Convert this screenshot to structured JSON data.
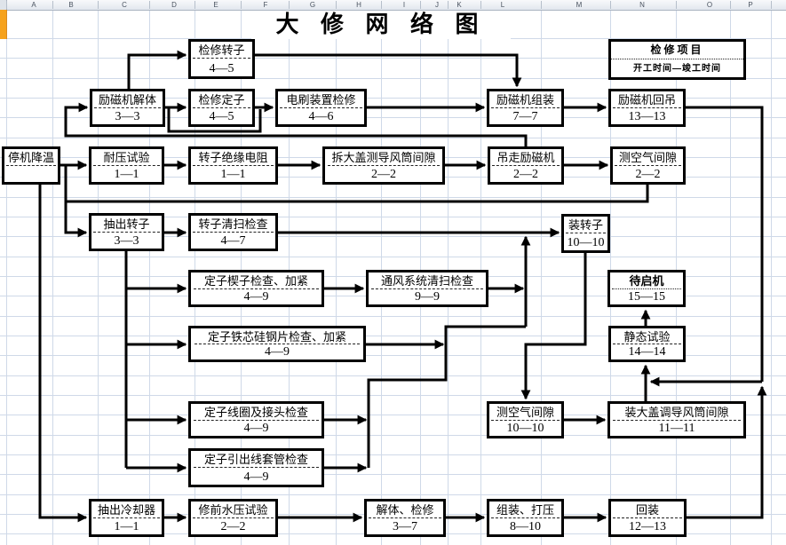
{
  "title": "大 修 网 络 图",
  "spreadsheet": {
    "columns": [
      "A",
      "B",
      "C",
      "D",
      "E",
      "F",
      "G",
      "H",
      "I",
      "J",
      "K",
      "L",
      "M",
      "N",
      "O",
      "P"
    ]
  },
  "legend": {
    "line1": "检修项目",
    "line2": "开工时间—竣工时间"
  },
  "colors": {
    "selection_orange": "#f6a21c",
    "gridline_blue": "#cfd9e8",
    "line_black": "#000000"
  },
  "nodes": [
    {
      "label": "检修转子",
      "time": "4—5"
    },
    {
      "label": "励磁机解体",
      "time": "3—3"
    },
    {
      "label": "检修定子",
      "time": "4—5"
    },
    {
      "label": "电刷装置检修",
      "time": "4—6"
    },
    {
      "label": "励磁机组装",
      "time": "7—7"
    },
    {
      "label": "励磁机回吊",
      "time": "13—13"
    },
    {
      "label": "停机降温",
      "time": ""
    },
    {
      "label": "耐压试验",
      "time": "1—1"
    },
    {
      "label": "转子绝缘电阻",
      "time": "1—1"
    },
    {
      "label": "拆大盖测导风筒间隙",
      "time": "2—2"
    },
    {
      "label": "吊走励磁机",
      "time": "2—2"
    },
    {
      "label": "测空气间隙",
      "time": "2—2"
    },
    {
      "label": "抽出转子",
      "time": "3—3"
    },
    {
      "label": "转子清扫检查",
      "time": "4—7"
    },
    {
      "label": "装转子",
      "time": "10—10"
    },
    {
      "label": "定子楔子检查、加紧",
      "time": "4—9"
    },
    {
      "label": "通风系统清扫检查",
      "time": "9—9"
    },
    {
      "label": "待启机",
      "time": "15—15"
    },
    {
      "label": "定子铁芯硅钢片检查、加紧",
      "time": "4—9"
    },
    {
      "label": "静态试验",
      "time": "14—14"
    },
    {
      "label": "定子线圈及接头检查",
      "time": "4—9"
    },
    {
      "label": "测空气间隙",
      "time": "10—10"
    },
    {
      "label": "装大盖调导风筒间隙",
      "time": "11—11"
    },
    {
      "label": "定子引出线套管检查",
      "time": "4—9"
    },
    {
      "label": "抽出冷却器",
      "time": "1—1"
    },
    {
      "label": "修前水压试验",
      "time": "2—2"
    },
    {
      "label": "解体、检修",
      "time": "3—7"
    },
    {
      "label": "组装、打压",
      "time": "8—10"
    },
    {
      "label": "回装",
      "time": "12—13"
    }
  ]
}
